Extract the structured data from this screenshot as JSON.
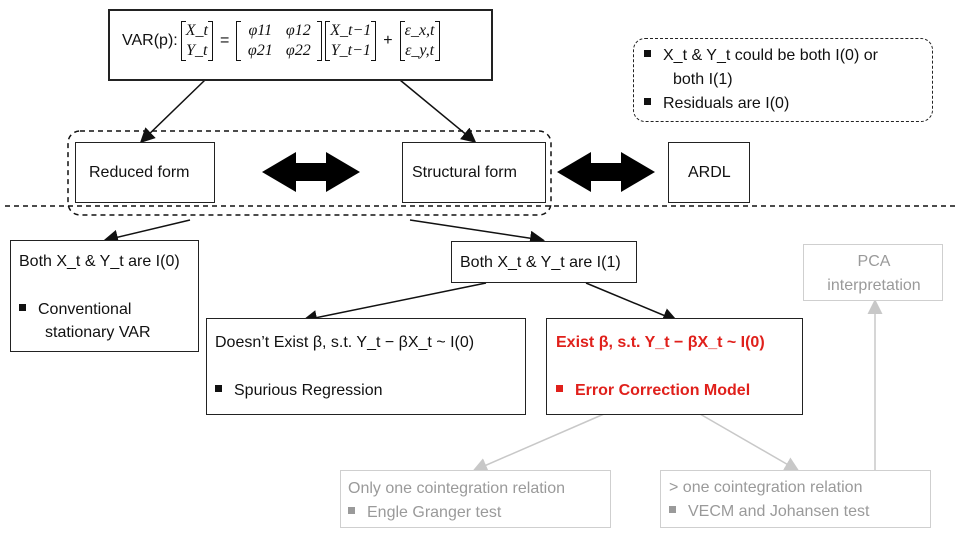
{
  "var_box": {
    "prefix": "VAR(p):",
    "lhs": [
      "X_t",
      "Y_t"
    ],
    "coef": [
      [
        "φ11",
        "φ12"
      ],
      [
        "φ21",
        "φ22"
      ]
    ],
    "lags": [
      "X_t−1",
      "Y_t−1"
    ],
    "errors": [
      "ε_x,t",
      "ε_y,t"
    ]
  },
  "note_box": {
    "line1": "X_t & Y_t could be both I(0) or",
    "line2": "both I(1)",
    "line3": "Residuals are I(0)"
  },
  "reduced_form": "Reduced form",
  "structural_form": "Structural form",
  "ardl": "ARDL",
  "both_i0": {
    "title": "Both X_t & Y_t are I(0)",
    "bullet1": "Conventional",
    "bullet2": "stationary VAR"
  },
  "both_i1": {
    "title": "Both X_t & Y_t are I(1)"
  },
  "pca": {
    "line1": "PCA",
    "line2": "interpretation"
  },
  "not_exist": {
    "title": "Doesn’t Exist β, s.t. Y_t − βX_t ~ I(0)",
    "bullet": "Spurious Regression"
  },
  "exist": {
    "title": "Exist β, s.t. Y_t − βX_t ~ I(0)",
    "bullet": "Error Correction Model"
  },
  "one_coint": {
    "line1": "Only one cointegration relation",
    "bullet": "Engle Granger test"
  },
  "multi_coint": {
    "line1": "> one cointegration relation",
    "bullet": "VECM and Johansen test"
  },
  "colors": {
    "red": "#e0201b",
    "faded": "#9a9a9a",
    "dark": "#111111"
  }
}
